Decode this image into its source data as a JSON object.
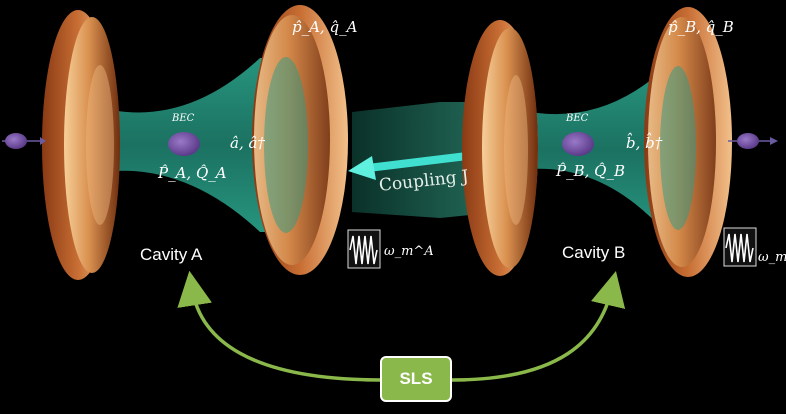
{
  "colors": {
    "background": "#000000",
    "mirror_light": "#f2c48a",
    "mirror_mid": "#d08247",
    "mirror_dark": "#7a3412",
    "beam": "#2a9b86",
    "atom": "#6f4d9e",
    "coupling_arrow": "#40e0d0",
    "sls_fill": "#8ab84a",
    "feedback_arrow": "#8ab84a"
  },
  "cavity_a": {
    "name": "Cavity A",
    "mirror_op": "p̂_A, q̂_A",
    "field_op": "â, â†",
    "bec_label": "BEC",
    "bec_op": "P̂_A, Q̂_A",
    "mech_freq": "ω_m^A"
  },
  "cavity_b": {
    "name": "Cavity B",
    "mirror_op": "p̂_B, q̂_B",
    "field_op": "b̂, b̂†",
    "bec_label": "BEC",
    "bec_op": "P̂_B, Q̂_B",
    "mech_freq": "ω_m^B"
  },
  "coupling": {
    "label": "Coupling J"
  },
  "controller": {
    "label": "SLS"
  }
}
